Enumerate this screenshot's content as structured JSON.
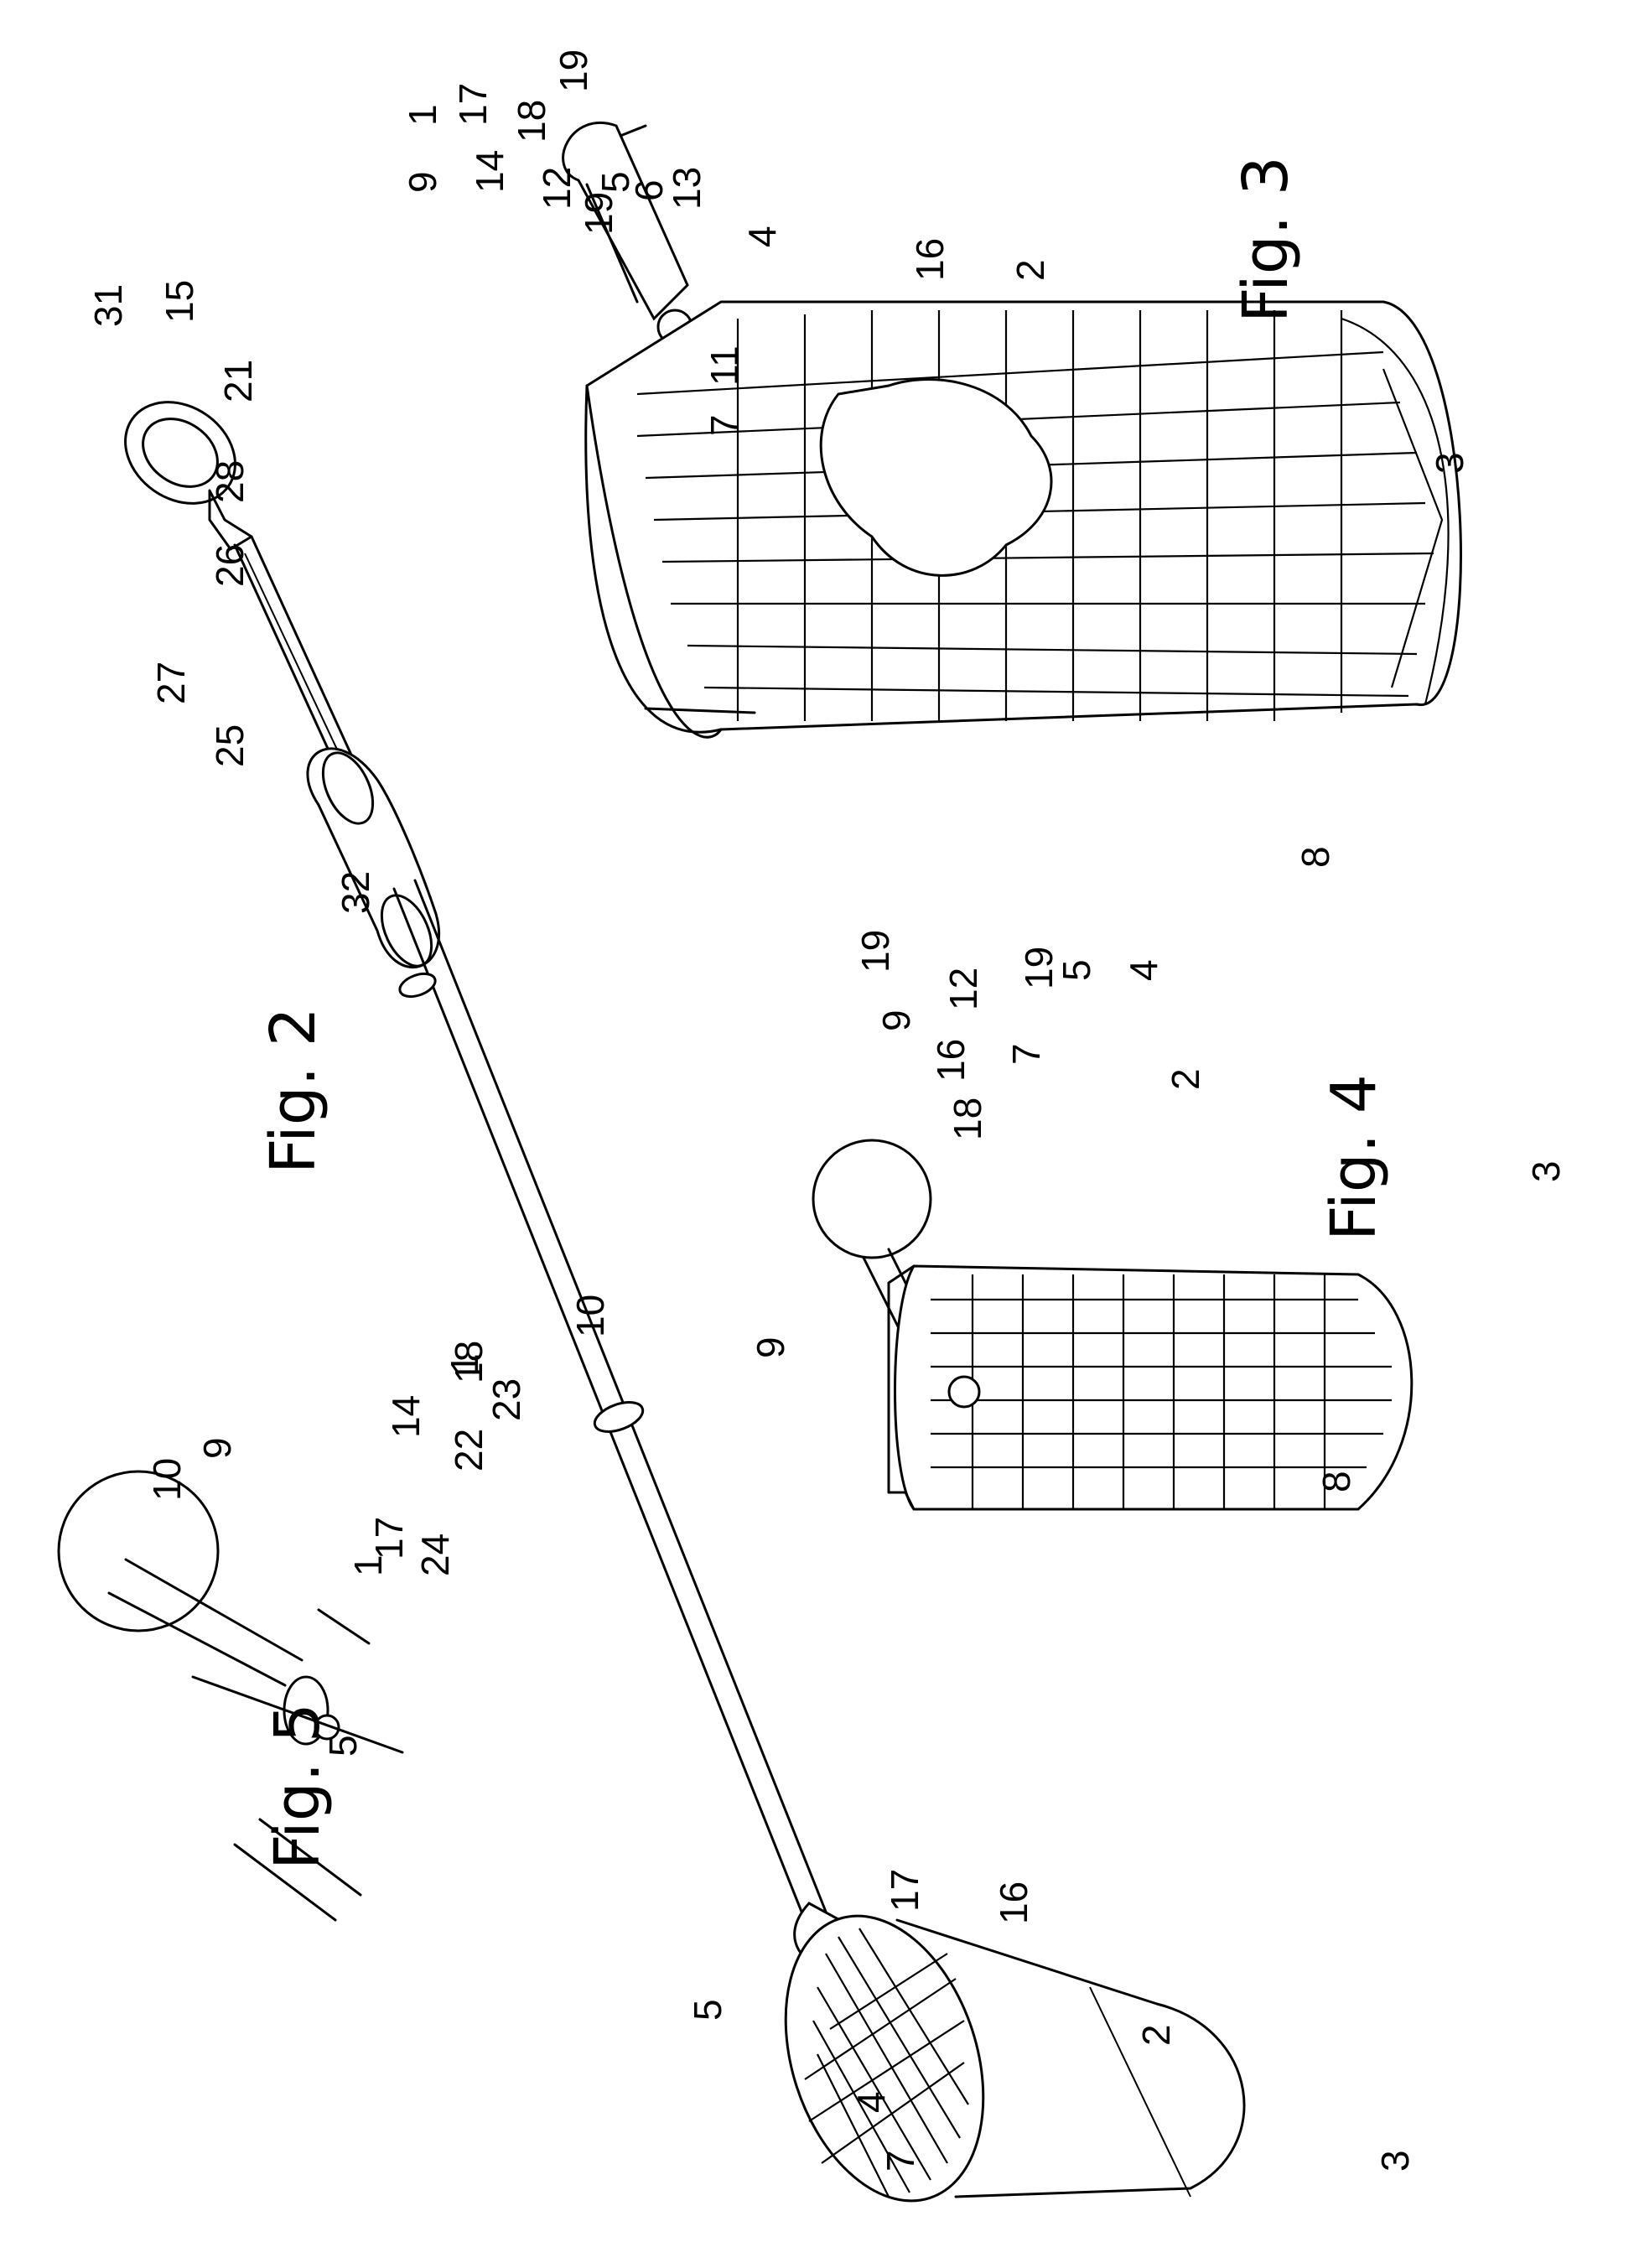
{
  "figures": {
    "fig2": "Fig. 2",
    "fig3": "Fig. 3",
    "fig4": "Fig. 4",
    "fig5": "Fig. 5"
  },
  "fig2_labels": [
    "1",
    "9",
    "10",
    "25",
    "26",
    "27",
    "28",
    "21",
    "15",
    "31",
    "32",
    "5",
    "17",
    "16",
    "2",
    "3",
    "4",
    "7"
  ],
  "fig3_labels": [
    "9",
    "1",
    "14",
    "17",
    "12",
    "18",
    "19",
    "5",
    "19",
    "6",
    "13",
    "11",
    "7",
    "4",
    "16",
    "2",
    "3",
    "8"
  ],
  "fig4_labels": [
    "19",
    "7",
    "9",
    "12",
    "19",
    "5",
    "4",
    "16",
    "18",
    "2",
    "3",
    "8"
  ],
  "fig5_labels": [
    "10",
    "9",
    "1",
    "17",
    "24",
    "14",
    "22",
    "18",
    "23",
    "5"
  ]
}
